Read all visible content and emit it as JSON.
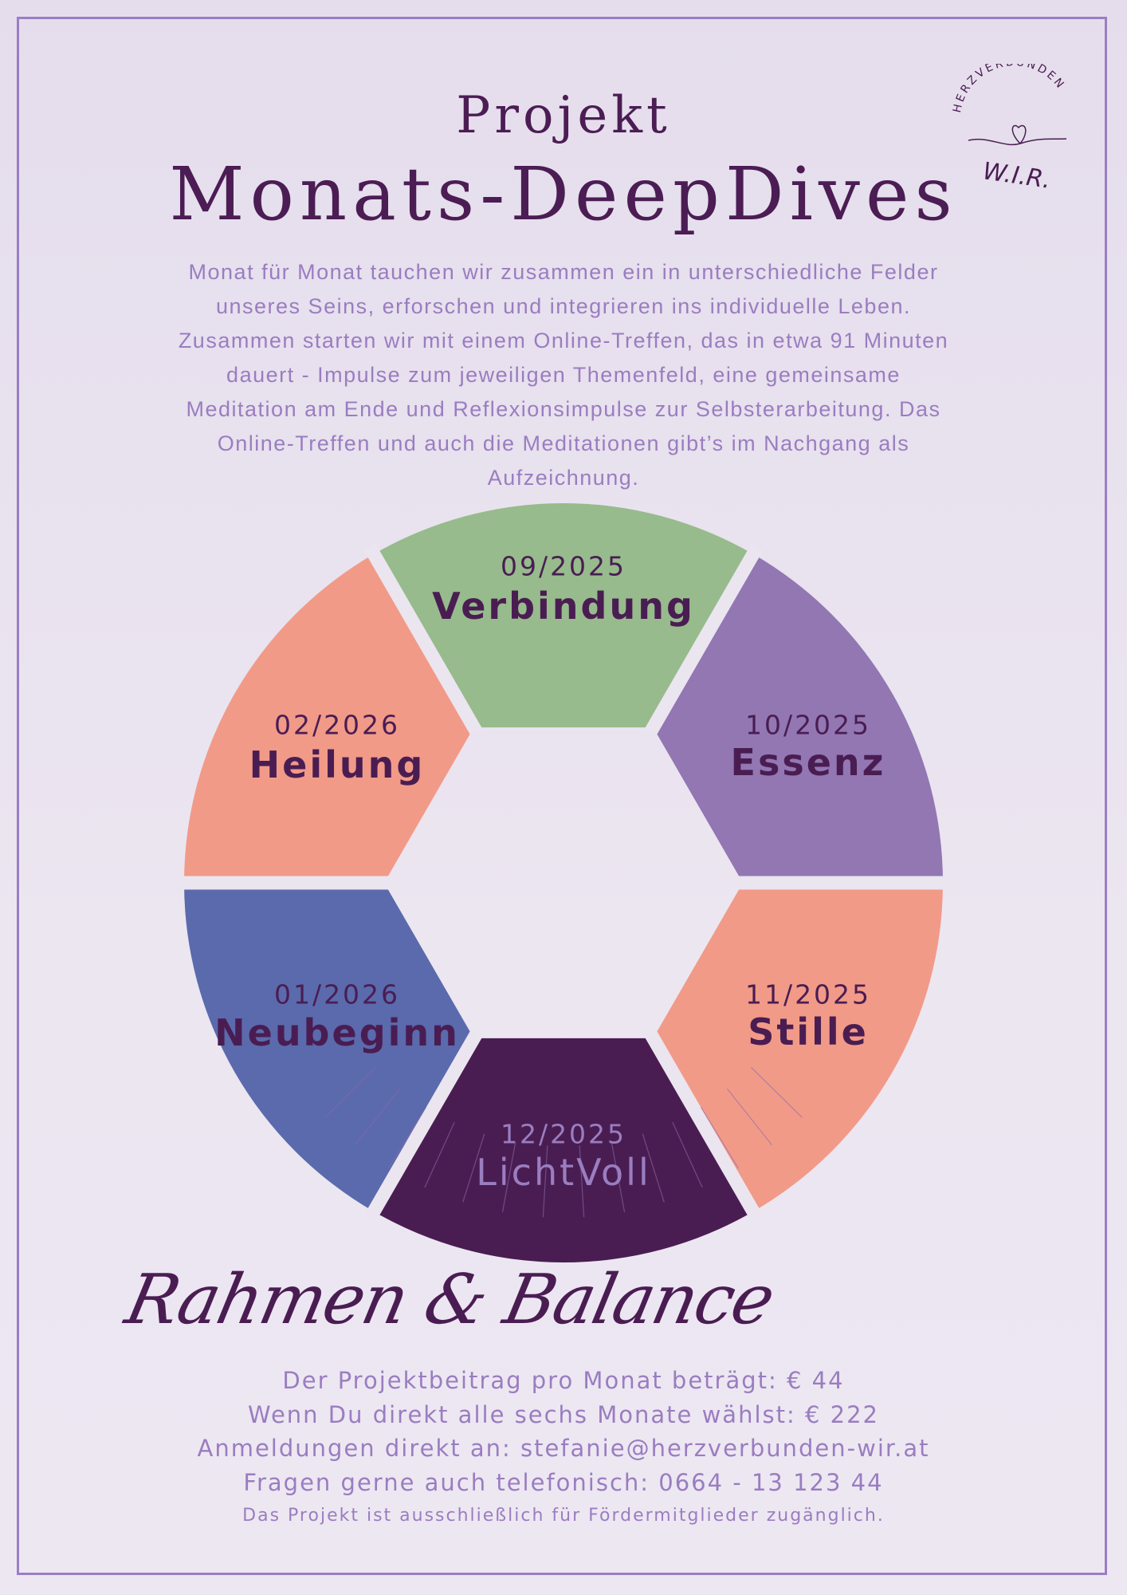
{
  "header": {
    "title_line1": "Projekt",
    "title_line2": "Monats-DeepDives"
  },
  "logo": {
    "arc_text": "HERZVERBUNDEN",
    "sub_text": "W.I.R."
  },
  "intro": [
    "Monat für Monat tauchen wir zusammen ein in unterschiedliche Felder",
    "unseres Seins, erforschen und integrieren ins individuelle Leben.",
    "Zusammen starten wir mit einem Online-Treffen, das in etwa 91 Minuten",
    "dauert - Impulse zum jeweiligen Themenfeld, eine gemeinsame",
    "Meditation am Ende und Reflexionsimpulse zur Selbsterarbeitung. Das",
    "Online-Treffen und auch die Meditationen gibt’s im Nachgang als",
    "Aufzeichnung."
  ],
  "wheel": [
    {
      "date": "09/2025",
      "name": "Verbindung",
      "color": "#97bb8c"
    },
    {
      "date": "10/2025",
      "name": "Essenz",
      "color": "#9277b3"
    },
    {
      "date": "11/2025",
      "name": "Stille",
      "color": "#f29a88"
    },
    {
      "date": "12/2025",
      "name": "LichtVoll",
      "color": "#4a1d52"
    },
    {
      "date": "01/2026",
      "name": "Neubeginn",
      "color": "#5a6aad"
    },
    {
      "date": "02/2026",
      "name": "Heilung",
      "color": "#f29a88"
    }
  ],
  "script_heading": "Rahmen & Balance",
  "footer": [
    "Der Projektbeitrag pro Monat beträgt: € 44",
    "Wenn Du direkt alle sechs Monate wählst: € 222",
    "Anmeldungen direkt an: stefanie@herzverbunden-wir.at",
    "Fragen gerne auch telefonisch: 0664 - 13 123 44"
  ],
  "footer_note": "Das Projekt ist ausschließlich für Fördermitglieder zugänglich."
}
